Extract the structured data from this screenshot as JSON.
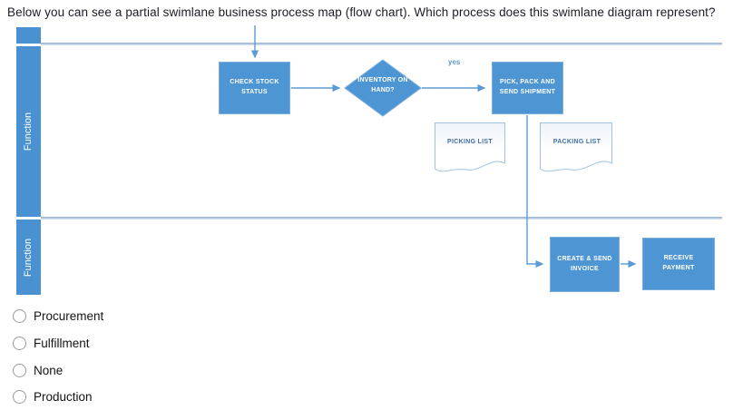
{
  "question": {
    "text": "Below you can see a partial swimlane business process map (flow chart). Which process does this swimlane diagram represent?"
  },
  "diagram": {
    "lane1_label": "Function",
    "lane2_label": "Function",
    "shapes": {
      "check_stock": "CHECK STOCK STATUS",
      "decision": "INVENTORY ON HAND?",
      "yes_label": "yes",
      "pick_pack": "PICK, PACK AND SEND SHIPMENT",
      "picking_list": "PICKING LIST",
      "packing_list": "PACKING LIST",
      "create_invoice": "CREATE & SEND INVOICE",
      "receive_payment": "RECEIVE PAYMENT"
    },
    "colors": {
      "shape_fill": "#4e95d4",
      "shape_border": "#7badde",
      "connector": "#5b9bd5",
      "doc_border": "#9dc3e6",
      "doc_text": "#3d6fa8",
      "lane_bar": "#4a91d2"
    }
  },
  "options": [
    {
      "label": "Procurement",
      "selected": false
    },
    {
      "label": "Fulfillment",
      "selected": false
    },
    {
      "label": "None",
      "selected": false
    },
    {
      "label": "Production",
      "selected": false
    }
  ]
}
